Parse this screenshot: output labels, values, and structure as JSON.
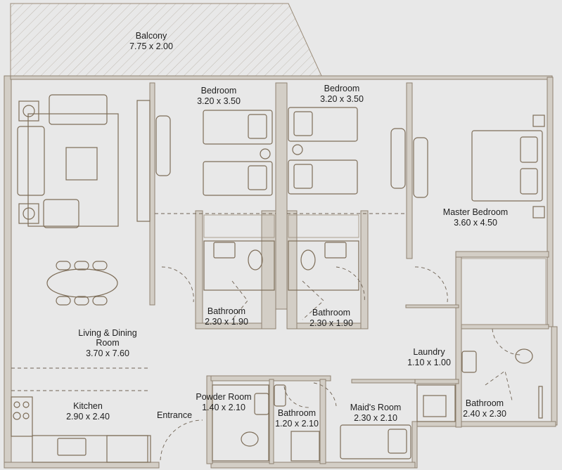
{
  "colors": {
    "background": "#e8e8e8",
    "wall_fill": "#d3cec6",
    "wall_stroke": "#8f8271",
    "furniture": "#7d6d58"
  },
  "rooms": [
    {
      "name": "Balcony",
      "size": "7.75 x 2.00"
    },
    {
      "name": "Bedroom",
      "size": "3.20 x 3.50"
    },
    {
      "name": "Bedroom",
      "size": "3.20 x 3.50"
    },
    {
      "name": "Master Bedroom",
      "size": "3.60 x 4.50"
    },
    {
      "name": "Bathroom",
      "size": "2.30 x 1.90"
    },
    {
      "name": "Bathroom",
      "size": "2.30 x 1.90"
    },
    {
      "name": "Living & Dining",
      "name2": "Room",
      "size": "3.70 x 7.60"
    },
    {
      "name": "Laundry",
      "size": "1.10 x 1.00"
    },
    {
      "name": "Kitchen",
      "size": "2.90 x 2.40"
    },
    {
      "name": "Powder Room",
      "size": "1.40 x 2.10"
    },
    {
      "name": "Bathroom",
      "size": "1.20 x 2.10"
    },
    {
      "name": "Maid's Room",
      "size": "2.30 x 2.10"
    },
    {
      "name": "Bathroom",
      "size": "2.40 x 2.30"
    },
    {
      "name": "Entrance"
    }
  ]
}
